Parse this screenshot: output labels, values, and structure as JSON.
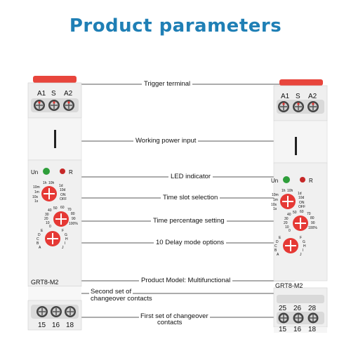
{
  "header": {
    "title": "Product parameters"
  },
  "callouts": {
    "trigger_terminal": "Trigger terminal",
    "working_power_input": "Working power input",
    "led_indicator": "LED indicator",
    "time_slot_selection": "Time slot selection",
    "time_percentage_setting": "Time percentage setting",
    "delay_mode_options": "10 Delay mode options",
    "product_model": "Product Model: Multifunctional",
    "second_set_line1": "Second set of",
    "second_set_line2": "changeover contacts",
    "first_set_line1": "First set of changeover",
    "first_set_line2": "contacts"
  },
  "relay_left": {
    "terminals_top": [
      "A1",
      "S",
      "A2"
    ],
    "led_labels": [
      "Un",
      "R"
    ],
    "time_range_left": [
      "1h",
      "10h",
      "10m",
      "1m",
      "10s",
      "1s"
    ],
    "time_range_right": [
      "1d",
      "10d",
      "ON",
      "OFF"
    ],
    "pct_left": [
      "50",
      "40",
      "30",
      "20",
      "10",
      "0"
    ],
    "pct_right": [
      "60",
      "70",
      "80",
      "90",
      "100%"
    ],
    "mode_left": [
      "E",
      "D",
      "C",
      "B",
      "A"
    ],
    "mode_right": [
      "F",
      "G",
      "H",
      "I",
      "J"
    ],
    "model": "GRT8-M2",
    "terminals_bottom": [
      "15",
      "16",
      "18"
    ]
  },
  "relay_right": {
    "terminals_top": [
      "A1",
      "S",
      "A2"
    ],
    "led_labels": [
      "Un",
      "R"
    ],
    "time_range_left": [
      "1h",
      "10h",
      "10m",
      "1m",
      "10s",
      "1s"
    ],
    "time_range_right": [
      "1d",
      "10d",
      "ON",
      "OFF"
    ],
    "pct_left": [
      "50",
      "40",
      "30",
      "20",
      "10",
      "0"
    ],
    "pct_right": [
      "60",
      "70",
      "80",
      "90",
      "100%"
    ],
    "mode_left": [
      "E",
      "D",
      "C",
      "B",
      "A"
    ],
    "mode_right": [
      "F",
      "G",
      "H",
      "I",
      "J"
    ],
    "model": "GRT8-M2",
    "terminals_mid": [
      "25",
      "26",
      "28"
    ],
    "terminals_bottom": [
      "15",
      "16",
      "18"
    ]
  },
  "colors": {
    "title": "#1f7fb5",
    "cap_red": "#e8453c",
    "knob_red": "#e53935",
    "led_green": "#2e9e3a",
    "led_red": "#c62828",
    "body": "#eeeeee"
  }
}
